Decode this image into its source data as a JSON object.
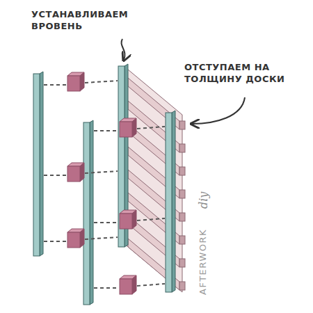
{
  "diagram": {
    "labels": [
      "УСТАНАВЛИВАЕМ ВРОВЕНЬ",
      "ОТСТУПАЕМ НА ТОЛЩИНУ ДОСКИ",
      "AFTERWORK",
      "diy"
    ]
  }
}
